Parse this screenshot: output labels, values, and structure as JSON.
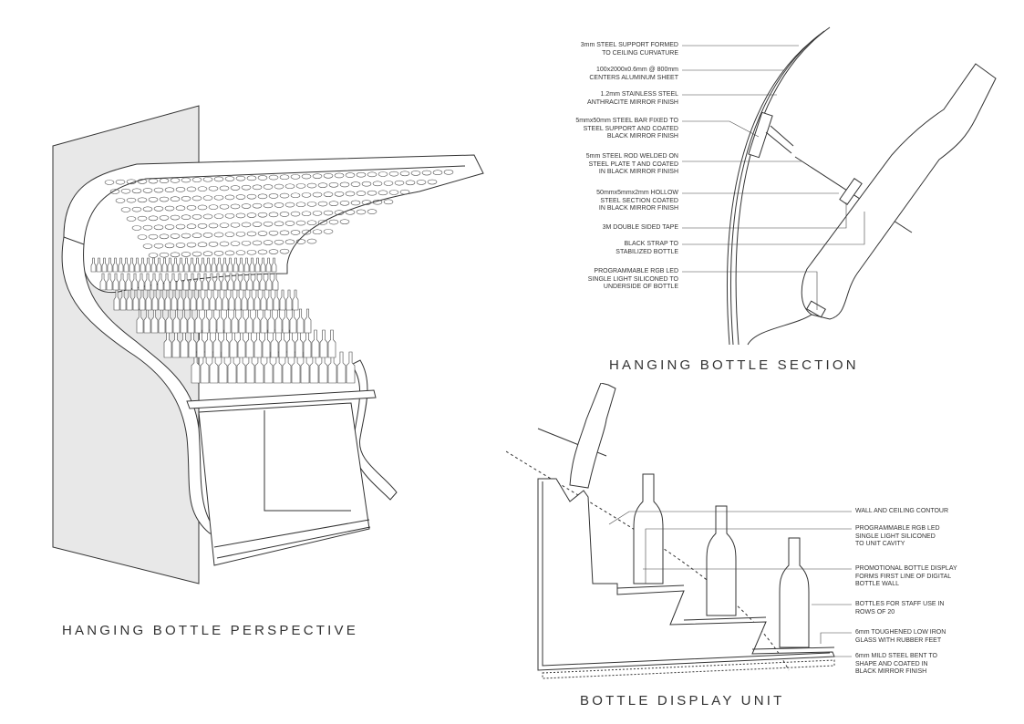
{
  "titles": {
    "perspective": "HANGING BOTTLE PERSPECTIVE",
    "section": "HANGING BOTTLE SECTION",
    "display_unit": "BOTTLE DISPLAY UNIT"
  },
  "section_notes": [
    "3mm STEEL SUPPORT FORMED\nTO CEILING CURVATURE",
    "100x2000x0.6mm @ 800mm\nCENTERS ALUMINUM SHEET",
    "1.2mm STAINLESS STEEL\nANTHRACITE MIRROR FINISH",
    "5mmx50mm STEEL BAR FIXED TO\nSTEEL SUPPORT AND COATED\nBLACK MIRROR FINISH",
    "5mm STEEL ROD WELDED ON\nSTEEL PLATE T AND COATED\nIN BLACK MIRROR FINISH",
    "50mmx5mmx2mm HOLLOW\nSTEEL SECTION COATED\nIN BLACK MIRROR FINISH",
    "3M DOUBLE SIDED TAPE",
    "BLACK STRAP TO\nSTABILIZED BOTTLE",
    "PROGRAMMABLE RGB LED\nSINGLE LIGHT SILICONED TO\nUNDERSIDE OF BOTTLE"
  ],
  "unit_notes": [
    "WALL AND CEILING CONTOUR",
    "PROGRAMMABLE RGB LED\nSINGLE LIGHT SILICONED\nTO UNIT CAVITY",
    "PROMOTIONAL BOTTLE DISPLAY\nFORMS FIRST LINE OF DIGITAL\nBOTTLE WALL",
    "BOTTLES FOR STAFF USE IN\nROWS OF 20",
    "6mm TOUGHENED LOW IRON\nGLASS WITH RUBBER FEET",
    "6mm MILD STEEL BENT TO\nSHAPE AND COATED IN\nBLACK MIRROR FINISH"
  ],
  "colors": {
    "line": "#333333",
    "fill": "#ffffff",
    "shade": "#e6e6e6",
    "dark": "#555555"
  }
}
